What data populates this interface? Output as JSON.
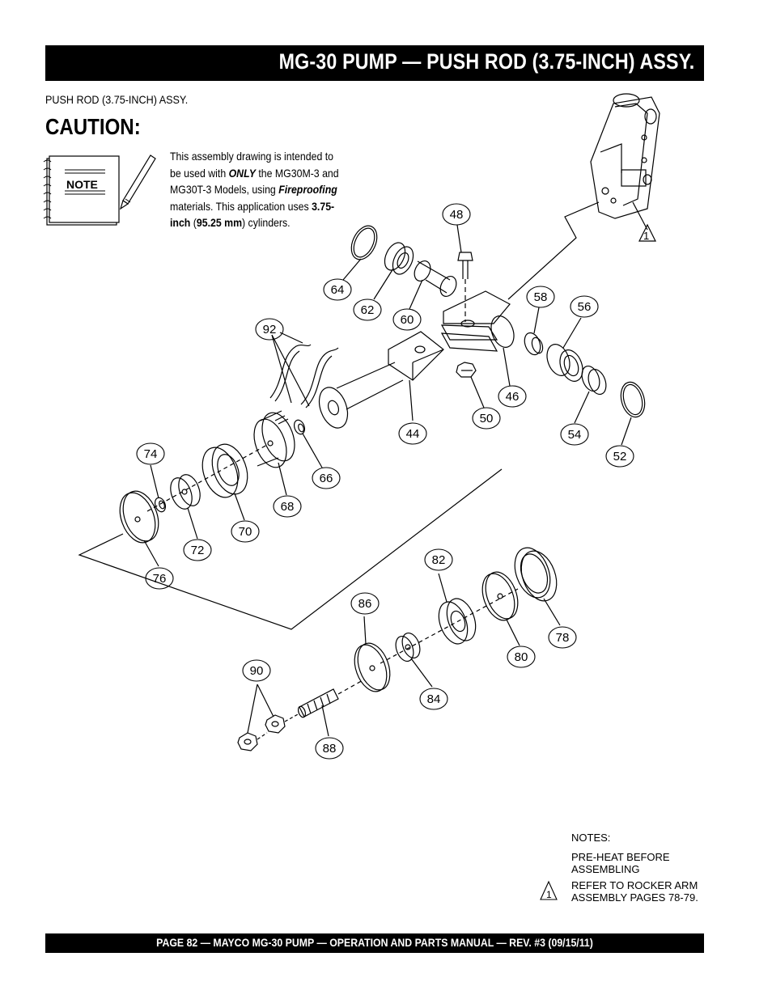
{
  "header": {
    "title": "MG-30 PUMP — PUSH ROD (3.75-INCH) ASSY."
  },
  "section": {
    "subtitle": "PUSH ROD (3.75-INCH) ASSY.",
    "caution": "CAUTION:"
  },
  "note": {
    "icon_label": "NOTE",
    "line1": "This assembly drawing is intended to",
    "line2_a": "be used with ",
    "line2_b": "ONLY",
    "line2_c": " the  MG30M-3 and",
    "line3_a": "MG30T-3 Models, using ",
    "line3_b": "Fireproofing",
    "line4_a": "materials. This application uses ",
    "line4_b": "3.75-",
    "line5_a": "inch",
    "line5_b": " (",
    "line5_c": "95.25 mm",
    "line5_d": ") cylinders."
  },
  "callouts": [
    "48",
    "64",
    "62",
    "60",
    "58",
    "56",
    "92",
    "46",
    "50",
    "44",
    "54",
    "52",
    "74",
    "66",
    "68",
    "70",
    "72",
    "76",
    "82",
    "86",
    "78",
    "80",
    "84",
    "90",
    "88"
  ],
  "notes": {
    "heading": "NOTES:",
    "item1_line1": "PRE-HEAT BEFORE",
    "item1_line2": "ASSEMBLING",
    "item2_marker": "1",
    "item2_line1": "REFER TO ROCKER ARM",
    "item2_line2": "ASSEMBLY PAGES 78-79."
  },
  "diagram_marker": "1",
  "footer": {
    "text": "PAGE 82 — MAYCO  MG-30 PUMP — OPERATION AND PARTS MANUAL — REV. #3 (09/15/11)"
  }
}
